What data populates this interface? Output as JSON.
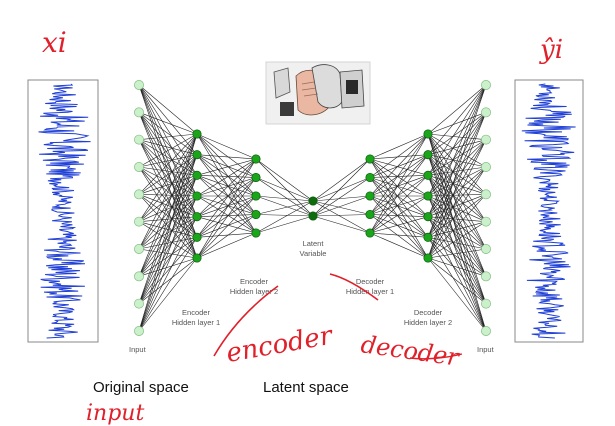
{
  "labels": {
    "input_left": "Input",
    "input_right": "Input",
    "encoder_layer1": [
      "Encoder",
      "Hidden layer 1"
    ],
    "encoder_layer2": [
      "Encoder",
      "Hidden layer 2"
    ],
    "latent": [
      "Latent",
      "Variable"
    ],
    "decoder_layer1": [
      "Decoder",
      "Hidden layer 1"
    ],
    "decoder_layer2": [
      "Decoder",
      "Hidden layer 2"
    ],
    "original_space": "Original space",
    "latent_space": "Latent space"
  },
  "handwriting": {
    "xi": "xi",
    "yi": "ŷi",
    "encoder": "encoder",
    "decoder": "decoder",
    "input": "input"
  },
  "network": {
    "layer_sizes": [
      10,
      7,
      5,
      2,
      5,
      7,
      10
    ],
    "colors": {
      "input_node": "#ccefcc",
      "hidden_node": "#1aa51a",
      "latent_node": "#0e6b0e",
      "edge": "#222222",
      "signal": "#1f3fd6",
      "annotation": "#e0202a"
    }
  },
  "icons": [
    "shredder-hand-image"
  ]
}
